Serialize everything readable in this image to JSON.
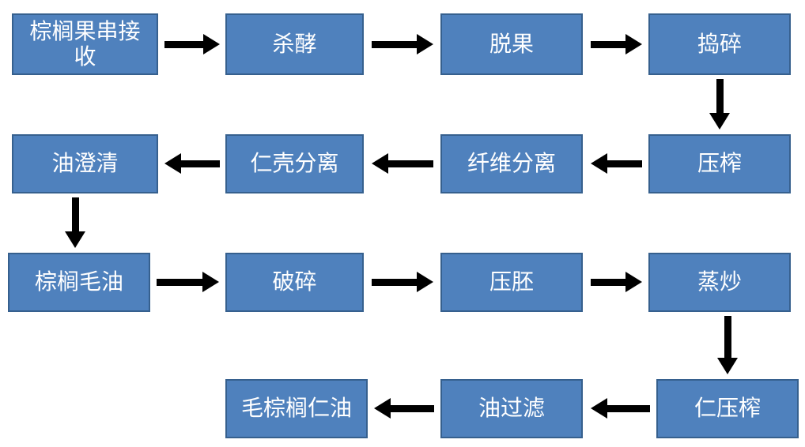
{
  "diagram": {
    "type": "flowchart",
    "language": "zh-CN",
    "colors": {
      "box_fill": "#4f81bd",
      "box_border": "#36608e",
      "box_text": "#ffffff",
      "arrow": "#000000",
      "background": "#ffffff"
    },
    "nodes": [
      {
        "id": "palm-fruit-bunch-reception",
        "label": "棕榈果串接收"
      },
      {
        "id": "sterilization",
        "label": "杀酵"
      },
      {
        "id": "threshing",
        "label": "脱果"
      },
      {
        "id": "mashing",
        "label": "捣碎"
      },
      {
        "id": "pressing",
        "label": "压榨"
      },
      {
        "id": "fiber-separation",
        "label": "纤维分离"
      },
      {
        "id": "kernel-shell-separation",
        "label": "仁壳分离"
      },
      {
        "id": "oil-clarification",
        "label": "油澄清"
      },
      {
        "id": "crude-palm-oil",
        "label": "棕榈毛油"
      },
      {
        "id": "crushing",
        "label": "破碎"
      },
      {
        "id": "flaking",
        "label": "压胚"
      },
      {
        "id": "steam-frying",
        "label": "蒸炒"
      },
      {
        "id": "kernel-pressing",
        "label": "仁压榨"
      },
      {
        "id": "oil-filtration",
        "label": "油过滤"
      },
      {
        "id": "crude-palm-kernel-oil",
        "label": "毛棕榈仁油"
      }
    ],
    "edges": [
      {
        "from": "棕榈果串接收",
        "to": "杀酵"
      },
      {
        "from": "杀酵",
        "to": "脱果"
      },
      {
        "from": "脱果",
        "to": "捣碎"
      },
      {
        "from": "捣碎",
        "to": "压榨"
      },
      {
        "from": "压榨",
        "to": "纤维分离"
      },
      {
        "from": "纤维分离",
        "to": "仁壳分离"
      },
      {
        "from": "仁壳分离",
        "to": "油澄清"
      },
      {
        "from": "油澄清",
        "to": "棕榈毛油"
      },
      {
        "from": "棕榈毛油",
        "to": "破碎"
      },
      {
        "from": "破碎",
        "to": "压胚"
      },
      {
        "from": "压胚",
        "to": "蒸炒"
      },
      {
        "from": "蒸炒",
        "to": "仁压榨"
      },
      {
        "from": "仁压榨",
        "to": "油过滤"
      },
      {
        "from": "油过滤",
        "to": "毛棕榈仁油"
      }
    ]
  }
}
